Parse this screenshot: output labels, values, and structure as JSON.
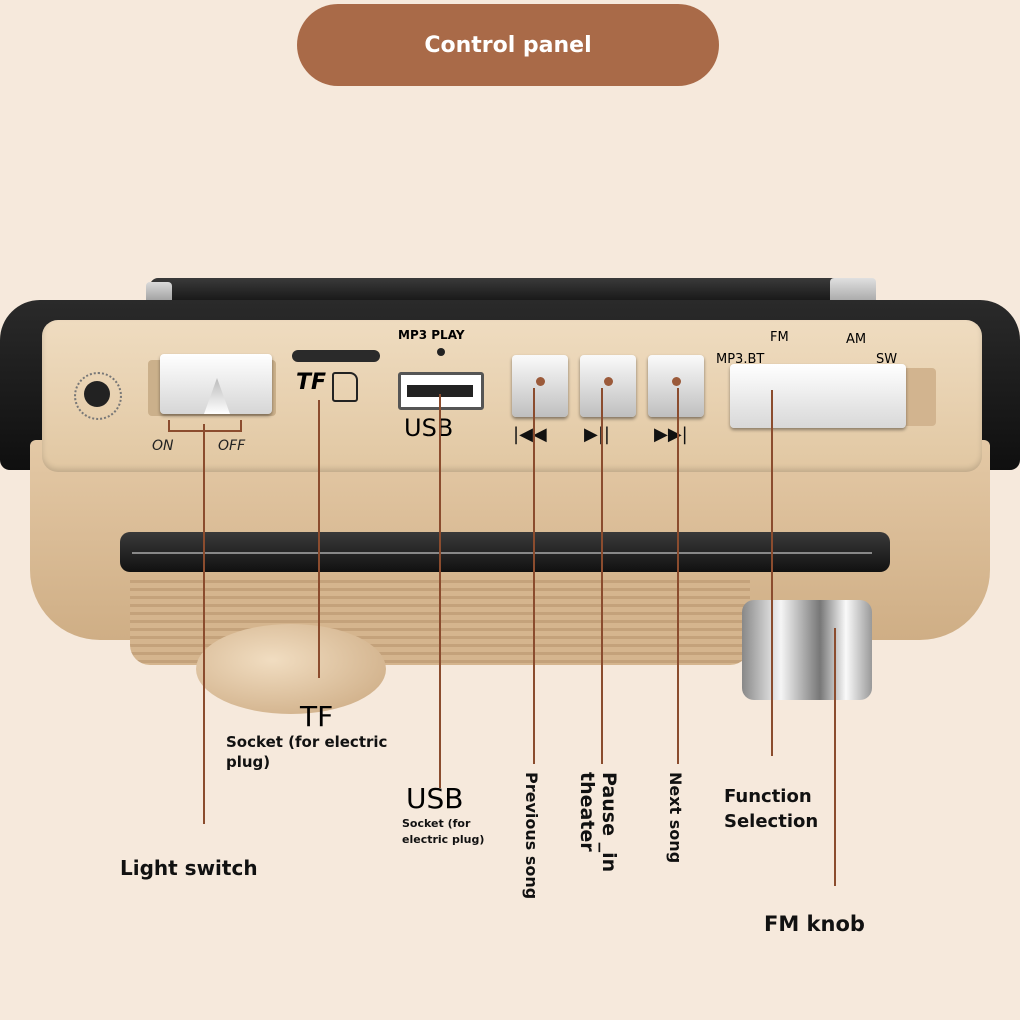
{
  "header": {
    "title": "Control panel"
  },
  "panel": {
    "on_label": "ON",
    "off_label": "OFF",
    "tf_label": "TF",
    "mp3_play_label": "MP3 PLAY",
    "usb_label": "USB",
    "prev_glyph": "|◀◀",
    "play_glyph": "▶||",
    "next_glyph": "▶▶|",
    "fm_label": "FM",
    "am_label": "AM",
    "mp3bt_label": "MP3.BT",
    "sw_label": "SW"
  },
  "callouts": {
    "tf_title": "TF",
    "tf_desc": "Socket (for electric plug)",
    "usb_title": "USB",
    "usb_desc": "Socket (for electric plug)",
    "light_switch": "Light switch",
    "previous_song": "Previous song",
    "pause": "Pause _in theater",
    "next_song": "Next song",
    "function_selection": "Function Selection",
    "fm_knob": "FM knob"
  }
}
